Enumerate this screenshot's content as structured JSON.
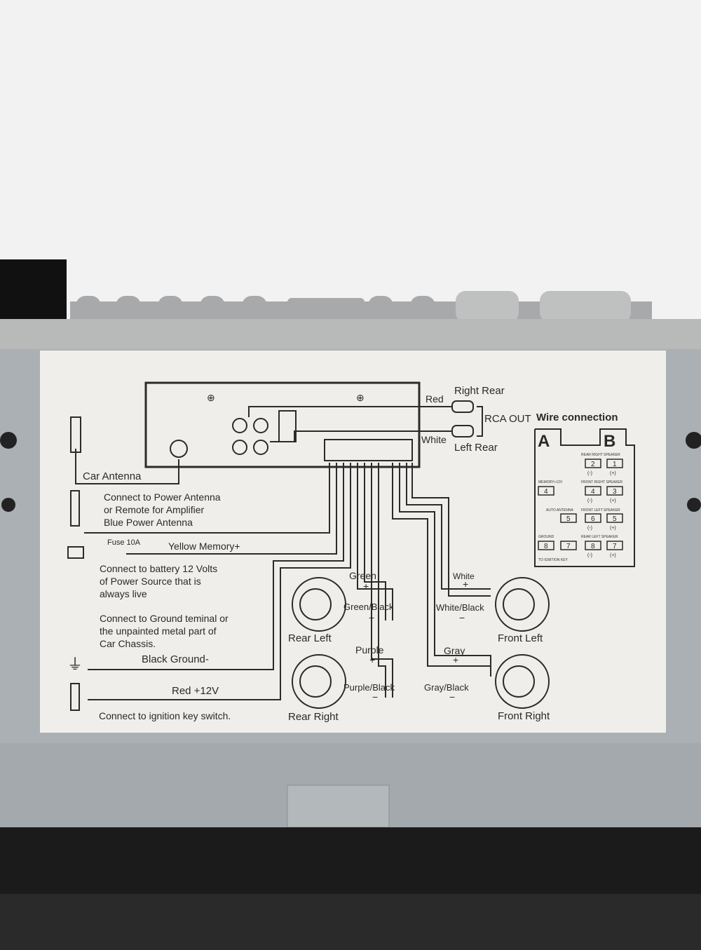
{
  "diagram": {
    "rca": {
      "red": "Red",
      "white": "White",
      "right_rear": "Right  Rear",
      "left_rear": "Left    Rear",
      "rca_out": "RCA OUT"
    },
    "left_labels": {
      "car_antenna": "Car Antenna",
      "power_antenna": [
        "Connect to Power Antenna",
        "or Remote for Amplifier",
        "Blue Power Antenna"
      ],
      "fuse": "Fuse 10A",
      "yellow": "Yellow Memory+",
      "battery": [
        "Connect to battery 12 Volts",
        "of Power Source that is",
        "always live"
      ],
      "ground_note": [
        "Connect to Ground teminal or",
        "the unpainted metal part of",
        "Car Chassis."
      ],
      "black_ground": "Black Ground-",
      "red_12v": "Red  +12V",
      "ignition": "Connect to ignition key switch."
    },
    "speakers": {
      "rear_left": "Rear  Left",
      "rear_right": "Rear  Right",
      "front_left": "Front  Left",
      "front_right": "Front  Right",
      "green": "Green",
      "green_black": "Green/Black",
      "purple": "Purple",
      "purple_black": "Purple/Black",
      "white": "White",
      "white_black": "White/Black",
      "gray": "Gray",
      "gray_black": "Gray/Black",
      "plus": "+",
      "minus": "−"
    },
    "wire_connection": {
      "title": "Wire connection",
      "a": "A",
      "b": "B",
      "rear_right_speaker": "REAR RIGHT SPEAKER",
      "front_right_speaker": "FRONT RIGHT SPEAKER",
      "front_left_speaker": "FRONT LEFT SPEAKER",
      "rear_left_speaker": "REAR LEFT SPEAKER",
      "memory": "MEMORY+12V",
      "auto_antenna": "AUTO ANTENNA",
      "ground": "GROUND",
      "to_ignition": "TO IGNITION KEY",
      "neg": "(-)",
      "pos": "(+)",
      "pins": [
        "2",
        "1",
        "4",
        "4",
        "3",
        "5",
        "6",
        "5",
        "8",
        "7",
        "8",
        "7"
      ]
    }
  }
}
